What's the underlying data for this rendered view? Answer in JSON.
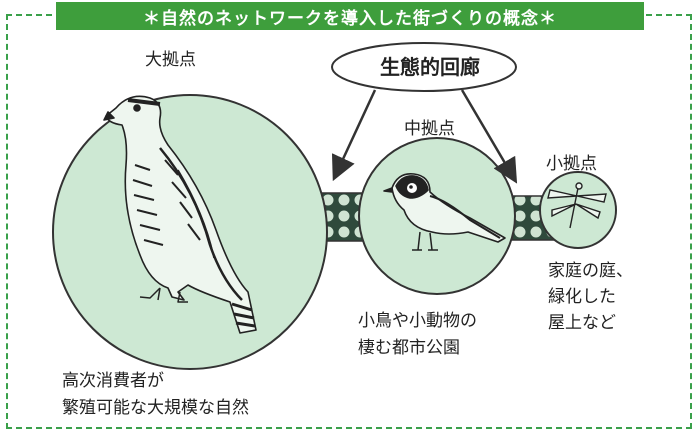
{
  "title": "＊自然のネットワークを導入した街づくりの概念＊",
  "corridor_label": "生態的回廊",
  "nodes": {
    "large": {
      "label": "大拠点",
      "description": "高次消費者が\n繁殖可能な大規模な自然"
    },
    "medium": {
      "label": "中拠点",
      "description": "小鳥や小動物の\n棲む都市公園"
    },
    "small": {
      "label": "小拠点",
      "description": "家庭の庭、\n緑化した\n屋上など"
    }
  },
  "colors": {
    "banner": "#3e9e3c",
    "border": "#3aa04a",
    "circle_fill": "#cde8d3",
    "corridor_fill": "#2f4a3c",
    "outline": "#333333"
  },
  "icons": {
    "large": "hawk-icon",
    "medium": "bird-icon",
    "small": "dragonfly-icon"
  }
}
